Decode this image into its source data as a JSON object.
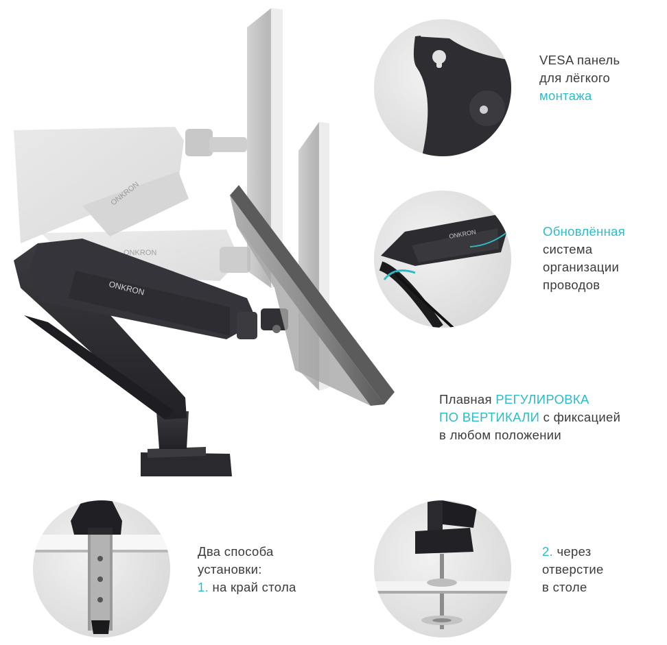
{
  "colors": {
    "accent": "#2bbcc7",
    "text": "#3b3b3b",
    "background": "#ffffff",
    "arm_dark": "#2f2f33",
    "panel_gray": "#c9c9c9"
  },
  "hero": {
    "brand_logo": "ONKRON",
    "ghost_logo_1": "ONKRON",
    "ghost_logo_2": "ONKRON"
  },
  "vesa": {
    "line1": "VESA панель",
    "line2": "для лёгкого",
    "line3_accent": "монтажа"
  },
  "cable": {
    "brand_logo": "ONKRON",
    "line1_accent": "Обновлённая",
    "line2": "система",
    "line3": "организации",
    "line4": "проводов"
  },
  "height": {
    "line1_text": "Плавная ",
    "line1_accent": "РЕГУЛИРОВКА",
    "line2_accent": "ПО ВЕРТИКАЛИ",
    "line2_text": " с фиксацией",
    "line3": "в любом положении"
  },
  "clamp": {
    "line1": "Два способа",
    "line2": "установки:",
    "line3_num": "1.",
    "line3_text": " на край стола"
  },
  "grommet": {
    "line1_num": "2.",
    "line1_text": " через",
    "line2": "отверстие",
    "line3": "в столе"
  },
  "icons": [
    "vesa-plate-icon",
    "cable-channel-icon",
    "desk-clamp-icon",
    "grommet-mount-icon",
    "monitor-arm-icon"
  ]
}
